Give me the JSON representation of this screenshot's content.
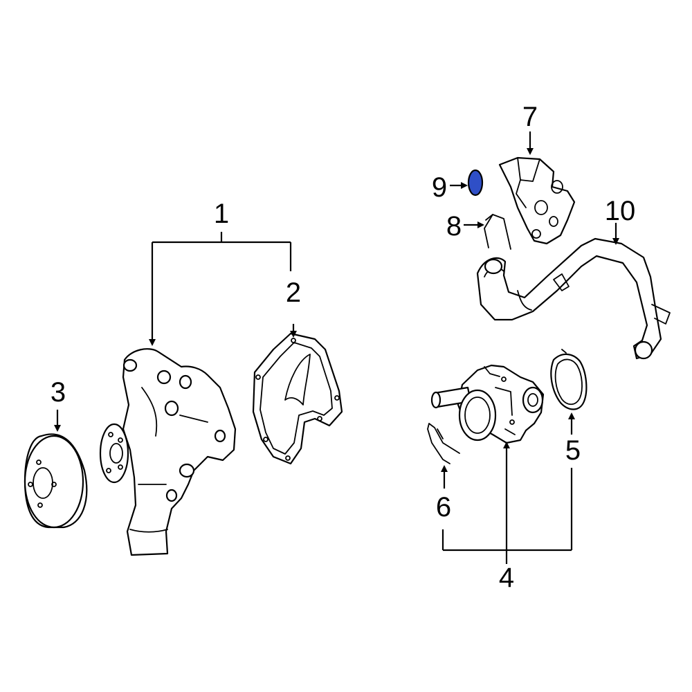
{
  "callouts": {
    "c1": "1",
    "c2": "2",
    "c3": "3",
    "c4": "4",
    "c5": "5",
    "c6": "6",
    "c7": "7",
    "c8": "8",
    "c9": "9",
    "c10": "10"
  },
  "colors": {
    "highlight": "#2f4fc7",
    "line": "#000000",
    "background": "#ffffff"
  },
  "highlighted_part": "9"
}
